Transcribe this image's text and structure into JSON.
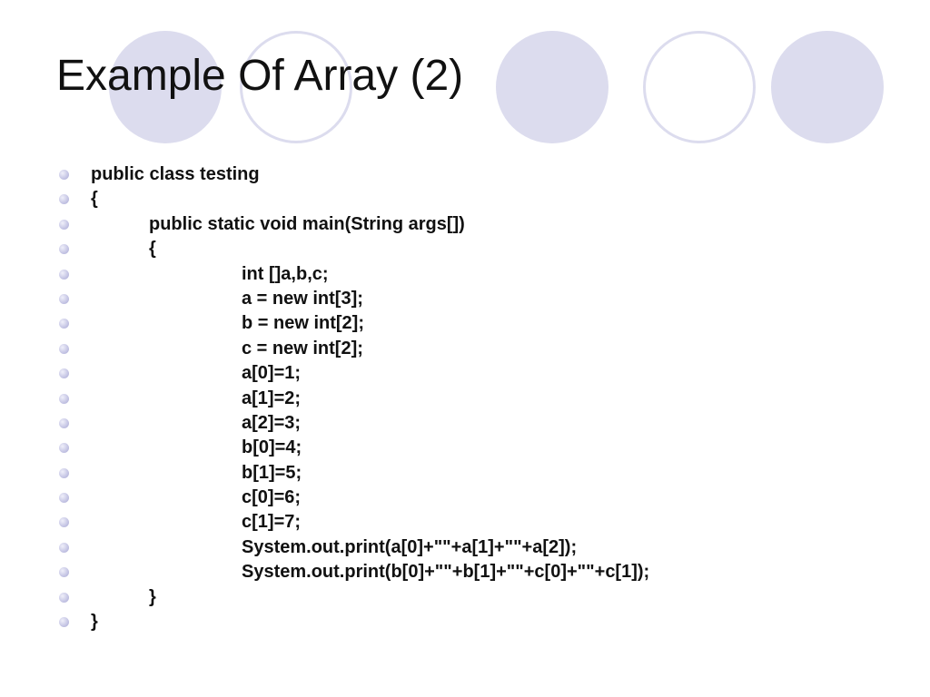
{
  "slide": {
    "title": "Example Of Array (2)",
    "colors": {
      "circle_fill": "#dcdcee",
      "bullet": "#c8c8e6",
      "text": "#111111"
    },
    "bullet_icon": "circle-bullet-icon",
    "code_lines": [
      {
        "text": "public class testing",
        "indent": 0
      },
      {
        "text": "{",
        "indent": 0
      },
      {
        "text": "public static void main(String args[])",
        "indent": 1
      },
      {
        "text": "{",
        "indent": 1
      },
      {
        "text": "int []a,b,c;",
        "indent": 2
      },
      {
        "text": "a = new int[3];",
        "indent": 2
      },
      {
        "text": "b = new int[2];",
        "indent": 2
      },
      {
        "text": "c = new int[2];",
        "indent": 2
      },
      {
        "text": "a[0]=1;",
        "indent": 2
      },
      {
        "text": "a[1]=2;",
        "indent": 2
      },
      {
        "text": "a[2]=3;",
        "indent": 2
      },
      {
        "text": "b[0]=4;",
        "indent": 2
      },
      {
        "text": "b[1]=5;",
        "indent": 2
      },
      {
        "text": "c[0]=6;",
        "indent": 2
      },
      {
        "text": "c[1]=7;",
        "indent": 2
      },
      {
        "text": "System.out.print(a[0]+\"\"+a[1]+\"\"+a[2]);",
        "indent": 2
      },
      {
        "text": "System.out.print(b[0]+\"\"+b[1]+\"\"+c[0]+\"\"+c[1]);",
        "indent": 2
      },
      {
        "text": "}",
        "indent": 1
      },
      {
        "text": "}",
        "indent": 0
      }
    ]
  }
}
